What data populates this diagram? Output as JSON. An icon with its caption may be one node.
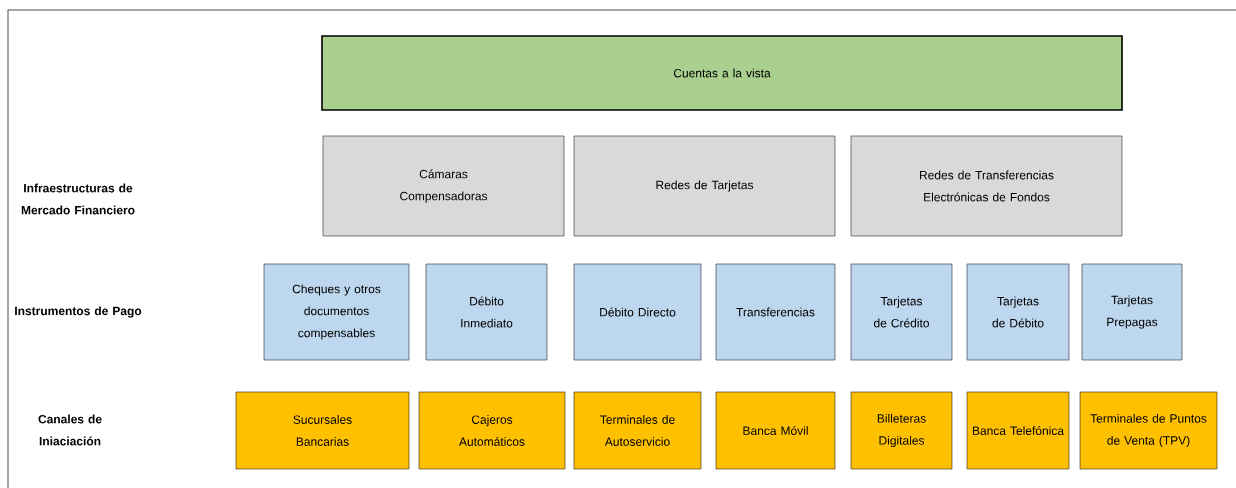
{
  "diagram": {
    "nodes": [
      {
        "text": [
          "Cuentas a la vista"
        ]
      },
      {
        "text": [
          "Cámaras Compensadoras"
        ]
      },
      {
        "text": [
          "Redes de Tarjetas"
        ]
      },
      {
        "text": [
          "Redes de Transferencias Electrónicas de Fondos"
        ]
      },
      {
        "text": [
          "Cheques y otros documentos compensables"
        ]
      },
      {
        "text": [
          "Débito Inmediato"
        ]
      },
      {
        "text": [
          "Débito Directo"
        ]
      },
      {
        "text": [
          "Transferencias"
        ]
      },
      {
        "text": [
          "Tarjetas de Crédito"
        ]
      },
      {
        "text": [
          "Tarjetas de Débito"
        ]
      },
      {
        "text": [
          "Tarjetas Prepagas"
        ]
      },
      {
        "text": [
          "Sucursales Bancarias"
        ]
      },
      {
        "text": [
          "Cajeros Automáticos"
        ]
      },
      {
        "text": [
          "Terminales de Autoservicio"
        ]
      },
      {
        "text": [
          "Banca Móvil"
        ]
      },
      {
        "text": [
          "Billeteras Digitales"
        ]
      },
      {
        "text": [
          "Banca Telefónica"
        ]
      },
      {
        "text": [
          "Terminales de Puntos de Venta (TPV)"
        ]
      }
    ],
    "labels": [
      "Infraestructuras de Mercado Financiero",
      "Instrumentos de Pago",
      "Canales de Iniaciación"
    ]
  }
}
